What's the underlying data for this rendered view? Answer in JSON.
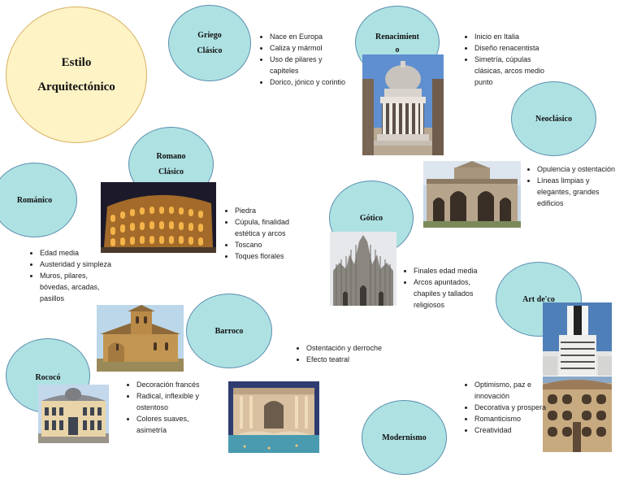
{
  "title": {
    "line1": "Estilo",
    "line2": "Arquitectónico"
  },
  "styles": {
    "griego": {
      "line1": "Griego",
      "line2": "Clásico",
      "bullets": [
        "Nace en Europa",
        "Caliza y mármol",
        "Uso de pilares y capiteles",
        "Dorico, jónico y corintio"
      ]
    },
    "renacimiento": {
      "line1": "Renacimient",
      "line2": "o",
      "bullets": [
        "Inicio en Italia",
        "Diseño renacentista",
        "Simetría, cúpulas clásicas, arcos medio punto"
      ]
    },
    "neoclasico": {
      "label": "Neoclásico",
      "bullets": [
        "Opulencia y ostentación",
        "Líneas limpias y elegantes, grandes edificios"
      ]
    },
    "romano": {
      "line1": "Romano",
      "line2": "Clásico",
      "bullets": [
        "Piedra",
        "Cúpula, finalidad estética y arcos",
        "Toscano",
        "Toques florales"
      ]
    },
    "romanico": {
      "label": "Románico",
      "bullets": [
        "Edad media",
        "Austeridad y simpleza",
        "Muros, pilares, bóvedas, arcadas, pasillos"
      ]
    },
    "gotico": {
      "label": "Gótico",
      "bullets": [
        "Finales edad media",
        "Arcos apuntados, chapiles y tallados religiosos"
      ]
    },
    "artdeco": {
      "label": "Art de'co"
    },
    "barroco": {
      "label": "Barroco",
      "bullets": [
        "Ostentación y derroche",
        "Efecto teatral"
      ]
    },
    "rococo": {
      "label": "Rococó",
      "bullets": [
        "Decoración francés",
        "Radical, inflexible y ostentoso",
        "Colores suaves, asimetría"
      ]
    },
    "modernismo": {
      "label": "Modernismo",
      "bullets": [
        "Optimismo, paz e innovación",
        "Decorativa y prospera",
        "Romanticismo",
        "Creatividad"
      ]
    }
  },
  "colors": {
    "bubble": "#aee1e2",
    "bubble_border": "#5a8fb0",
    "title_bubble": "#fdf3c5"
  }
}
